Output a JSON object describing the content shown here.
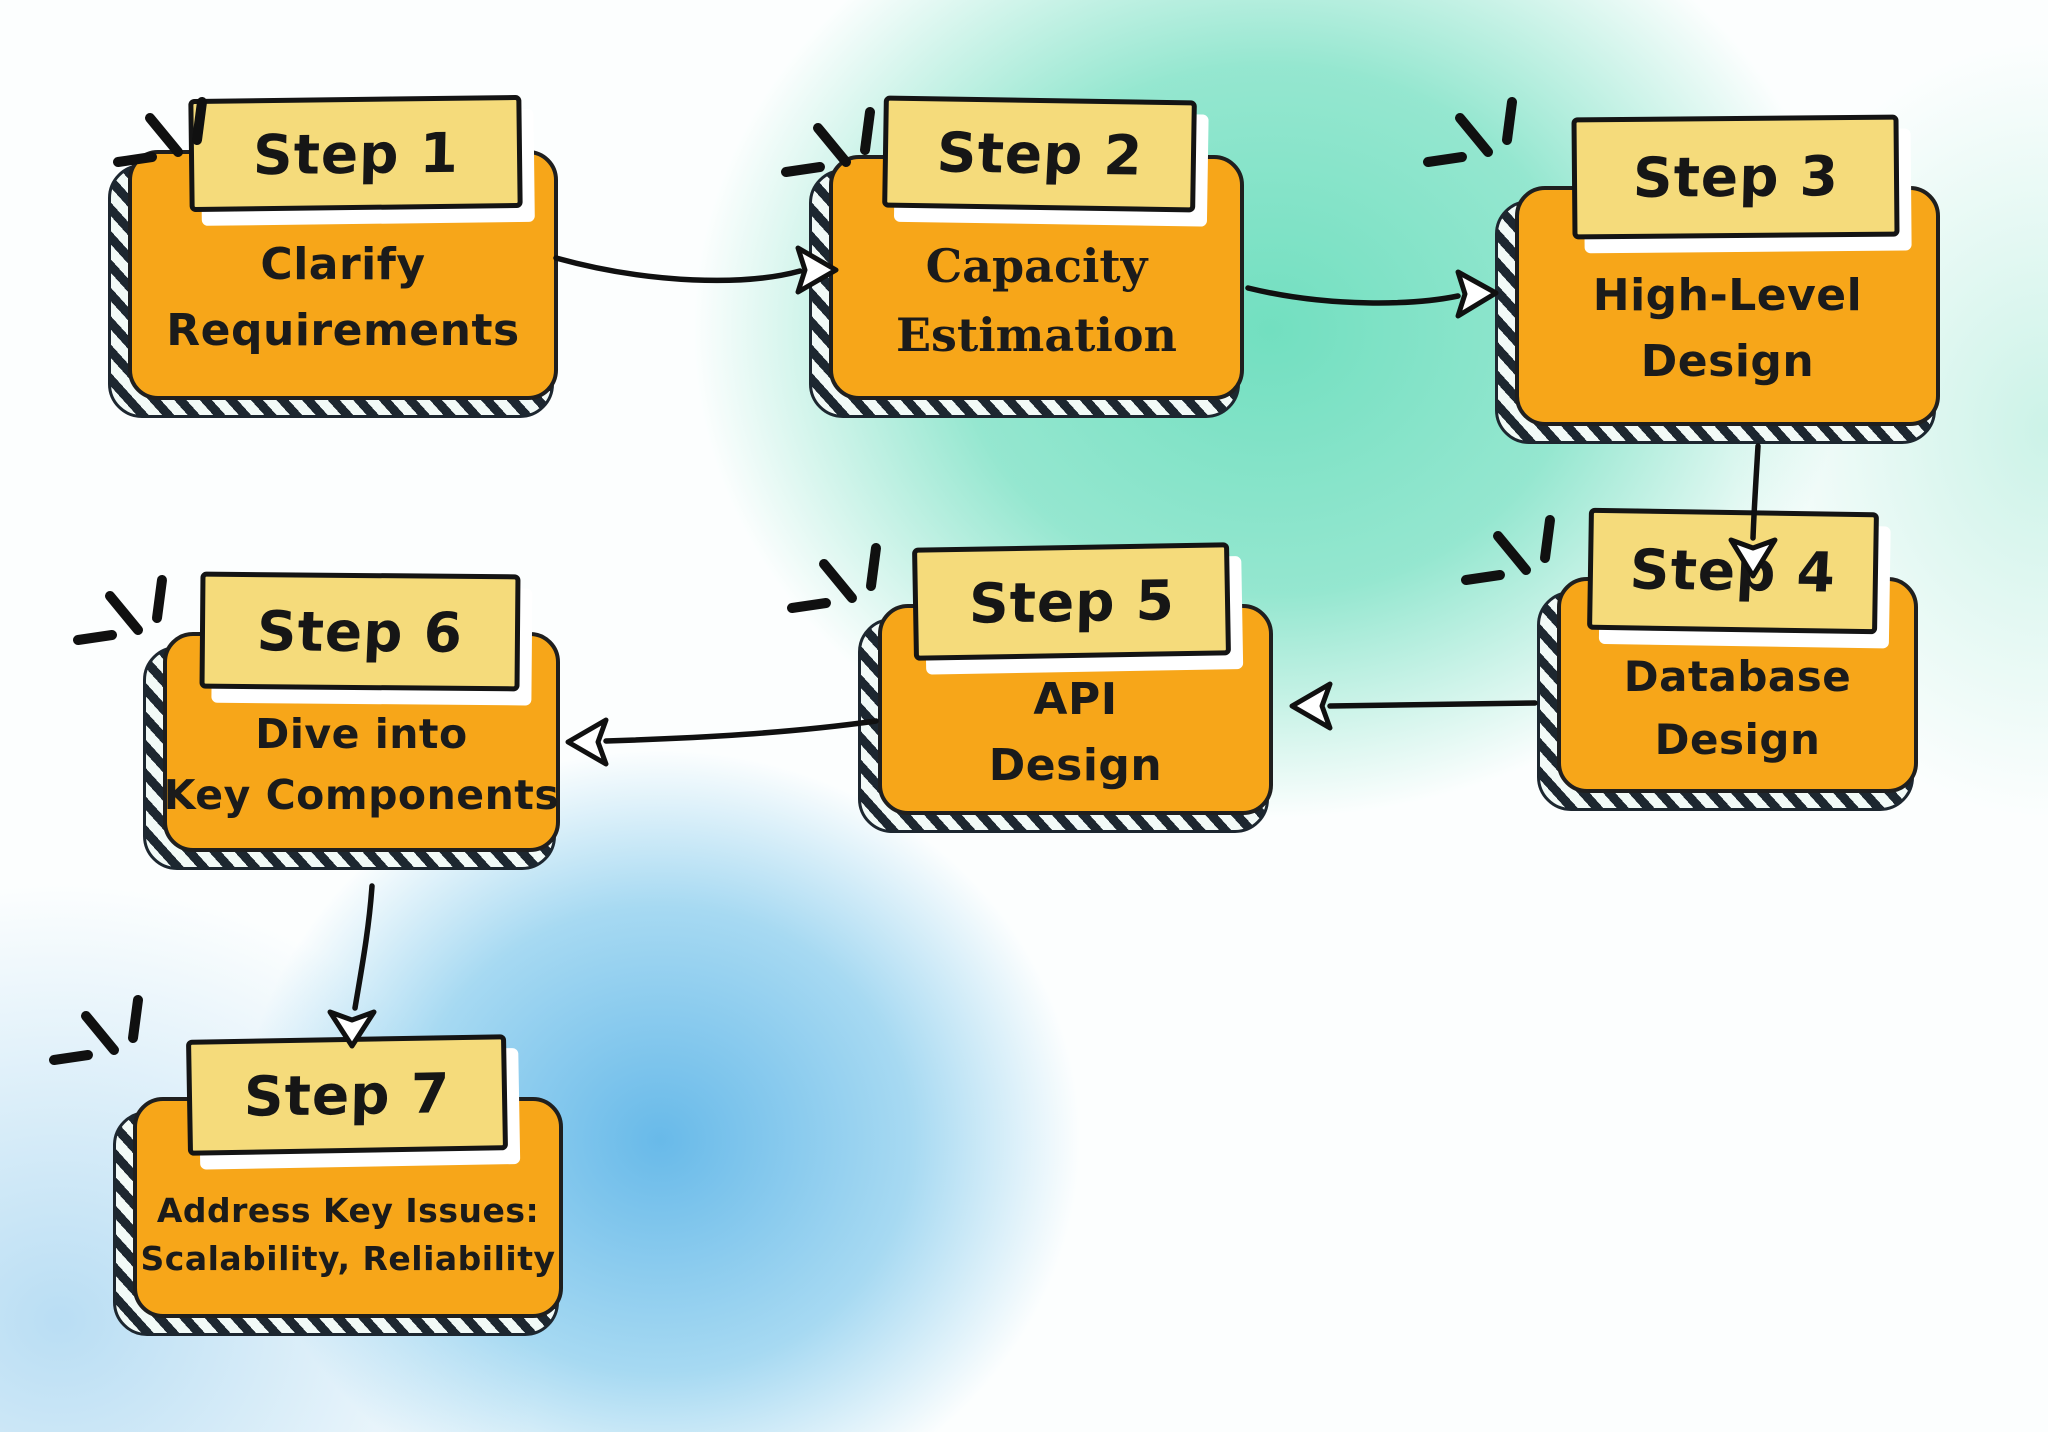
{
  "diagram": {
    "theme": "hand-drawn system design interview steps flowchart",
    "palette": {
      "box_orange": "#F7A619",
      "banner_yellow": "#F5DB7B",
      "ink": "#1B1B1B",
      "hatch_dark": "#1D2730",
      "teal_blob": "#72DFC0",
      "blue_blob": "#6EC1E8",
      "background": "#FCFEFE",
      "banner_shadow": "#FFFFFF"
    },
    "steps": [
      {
        "label": "Step 1",
        "lines": [
          "Clarify",
          "Requirements"
        ]
      },
      {
        "label": "Step 2",
        "lines": [
          "Capacity",
          "Estimation"
        ]
      },
      {
        "label": "Step 3",
        "lines": [
          "High-Level",
          "Design"
        ]
      },
      {
        "label": "Step 4",
        "lines": [
          "Database",
          "Design"
        ]
      },
      {
        "label": "Step 5",
        "lines": [
          "API",
          "Design"
        ]
      },
      {
        "label": "Step 6",
        "lines": [
          "Dive into",
          "Key Components"
        ]
      },
      {
        "label": "Step 7",
        "lines": [
          "Address Key Issues:",
          "Scalability, Reliability"
        ]
      }
    ],
    "arrows": [
      {
        "from": "Step 1",
        "to": "Step 2"
      },
      {
        "from": "Step 2",
        "to": "Step 3"
      },
      {
        "from": "Step 3",
        "to": "Step 4"
      },
      {
        "from": "Step 4",
        "to": "Step 5"
      },
      {
        "from": "Step 5",
        "to": "Step 6"
      },
      {
        "from": "Step 6",
        "to": "Step 7"
      }
    ]
  }
}
